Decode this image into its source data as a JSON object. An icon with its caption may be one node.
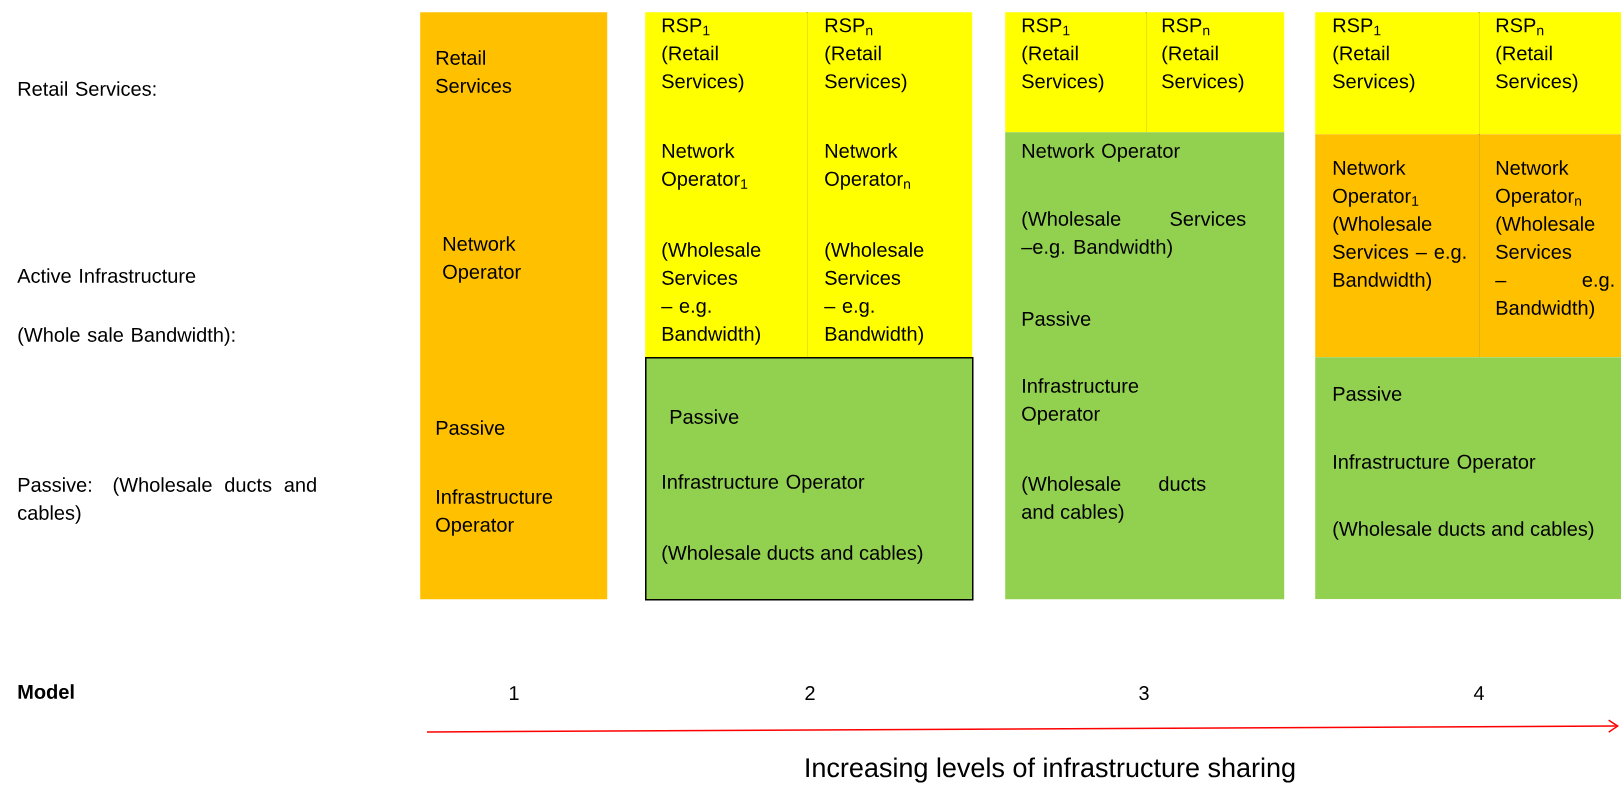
{
  "diagram": {
    "nodes": [
      {
        "text": [
          "Retail Services",
          "Network Operator",
          "Passive",
          "Infrastructure Operator"
        ]
      },
      {
        "text": [
          "RSP$_{1}$ (Retail Services)",
          "Network Operator$_{1}$",
          "(Wholesale Services – e.g. Bandwidth)"
        ]
      },
      {
        "text": [
          "RSP$_{n}$ (Retail Services)",
          "Network Operator$_{n}$",
          "(Wholesale Services – e.g. Bandwidth)"
        ]
      },
      {
        "text": [
          "Passive",
          "Infrastructure Operator",
          "(Wholesale ducts and cables)"
        ]
      },
      {
        "text": [
          "RSP$_{1}$ (Retail Services)"
        ]
      },
      {
        "text": [
          "RSP$_{n}$ (Retail Services)"
        ]
      },
      {
        "text": [
          "Network Operator",
          "(Wholesale Services –e.g. Bandwidth)",
          "Passive",
          "Infrastructure Operator",
          "(Wholesale ducts and cables)"
        ]
      },
      {
        "text": [
          "RSP$_{1}$ (Retail Services)"
        ]
      },
      {
        "text": [
          "RSP$_{n}$ (Retail Services)"
        ]
      },
      {
        "text": [
          "Network Operator$_{1}$ (Wholesale Services – e.g. Bandwidth)"
        ]
      },
      {
        "text": [
          "Network Operator$_{n}$ (Wholesale Services – e.g. Bandwidth)"
        ]
      },
      {
        "text": [
          "Passive",
          "Infrastructure Operator",
          "(Wholesale ducts and cables)"
        ]
      }
    ],
    "labels": [
      "Retail Services:",
      "Active Infrastructure",
      "(Whole sale Bandwidth):",
      "Passive: (Wholesale ducts and cables)",
      "Model",
      "1",
      "2",
      "3",
      "4",
      "Increasing levels of infrastructure sharing"
    ]
  }
}
